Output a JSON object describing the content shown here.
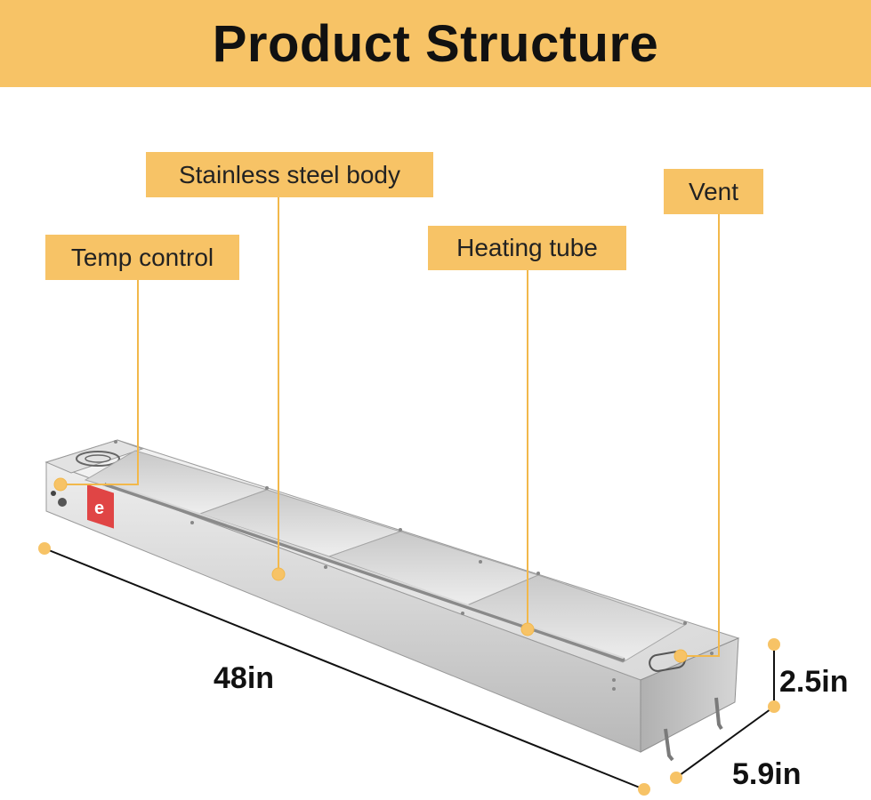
{
  "colors": {
    "accent": "#f7c366",
    "steel_light": "#e6e6e6",
    "steel_mid": "#c9c9c9",
    "steel_dark": "#9a9a9a",
    "brand_red": "#e04545"
  },
  "header": {
    "title": "Product Structure"
  },
  "callouts": {
    "temp_control": "Temp control",
    "stainless_steel_body": "Stainless steel body",
    "heating_tube": "Heating tube",
    "vent": "Vent"
  },
  "dimensions": {
    "length": "48in",
    "height": "2.5in",
    "width": "5.9in"
  },
  "icons": [
    "brand-logo-icon",
    "vent-icon",
    "temperature-knob-icon"
  ]
}
